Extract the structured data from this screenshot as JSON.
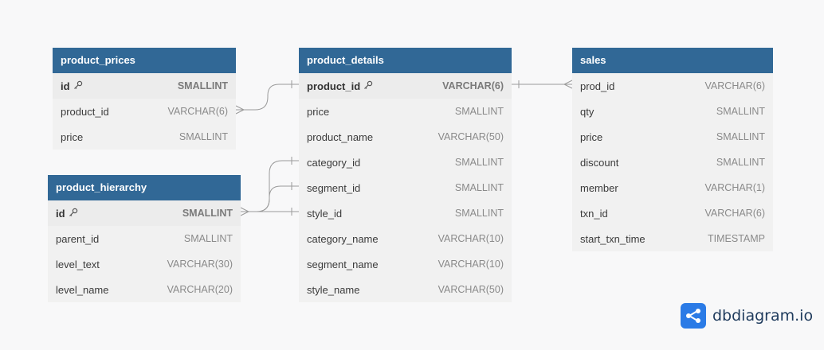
{
  "tables": {
    "product_prices": {
      "title": "product_prices",
      "rows": [
        {
          "name": "id",
          "type": "SMALLINT",
          "pk": true
        },
        {
          "name": "product_id",
          "type": "VARCHAR(6)"
        },
        {
          "name": "price",
          "type": "SMALLINT"
        }
      ]
    },
    "product_hierarchy": {
      "title": "product_hierarchy",
      "rows": [
        {
          "name": "id",
          "type": "SMALLINT",
          "pk": true
        },
        {
          "name": "parent_id",
          "type": "SMALLINT"
        },
        {
          "name": "level_text",
          "type": "VARCHAR(30)"
        },
        {
          "name": "level_name",
          "type": "VARCHAR(20)"
        }
      ]
    },
    "product_details": {
      "title": "product_details",
      "rows": [
        {
          "name": "product_id",
          "type": "VARCHAR(6)",
          "pk": true
        },
        {
          "name": "price",
          "type": "SMALLINT"
        },
        {
          "name": "product_name",
          "type": "VARCHAR(50)"
        },
        {
          "name": "category_id",
          "type": "SMALLINT"
        },
        {
          "name": "segment_id",
          "type": "SMALLINT"
        },
        {
          "name": "style_id",
          "type": "SMALLINT"
        },
        {
          "name": "category_name",
          "type": "VARCHAR(10)"
        },
        {
          "name": "segment_name",
          "type": "VARCHAR(10)"
        },
        {
          "name": "style_name",
          "type": "VARCHAR(50)"
        }
      ]
    },
    "sales": {
      "title": "sales",
      "rows": [
        {
          "name": "prod_id",
          "type": "VARCHAR(6)"
        },
        {
          "name": "qty",
          "type": "SMALLINT"
        },
        {
          "name": "price",
          "type": "SMALLINT"
        },
        {
          "name": "discount",
          "type": "SMALLINT"
        },
        {
          "name": "member",
          "type": "VARCHAR(1)"
        },
        {
          "name": "txn_id",
          "type": "VARCHAR(6)"
        },
        {
          "name": "start_txn_time",
          "type": "TIMESTAMP"
        }
      ]
    }
  },
  "brand": {
    "text": "dbdiagram.io"
  },
  "colors": {
    "header": "#316896",
    "body": "#f1f1f1",
    "line": "#9a9a9a",
    "brand": "#2b7be6"
  },
  "icons": {
    "primary_key": "key-icon",
    "logo": "dbdiagram-logo-icon"
  }
}
